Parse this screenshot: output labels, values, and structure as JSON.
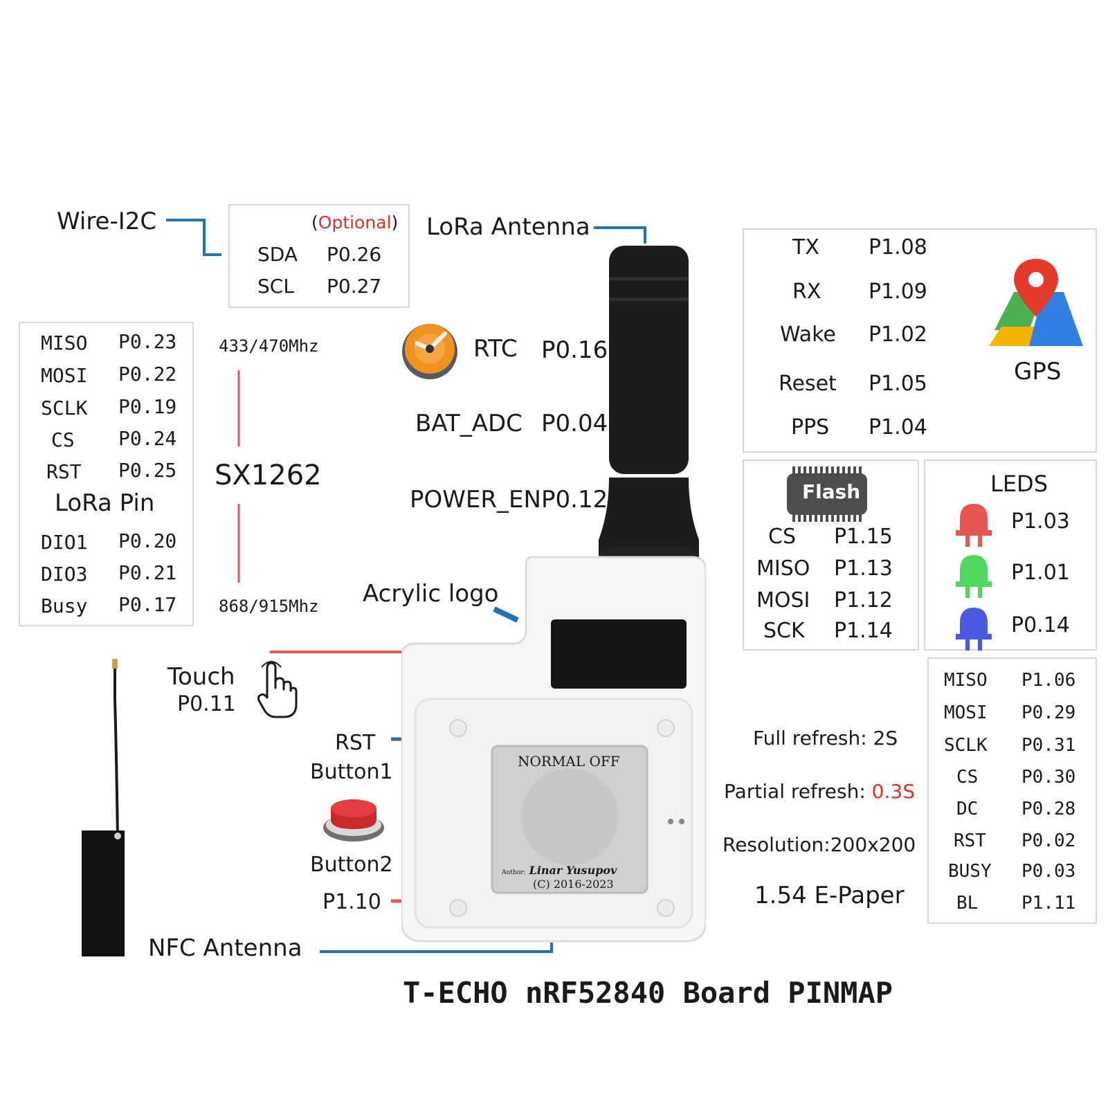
{
  "colors": {
    "leader_blue": "#1f72b8",
    "leader_red": "#e05a5a",
    "accent_red": "#e0302a"
  },
  "wire_i2c": {
    "label": "Wire-I2C",
    "optional_open": "(",
    "optional_word": "Optional",
    "optional_close": ")",
    "pins": [
      {
        "name": "SDA",
        "pin": "P0.26"
      },
      {
        "name": "SCL",
        "pin": "P0.27"
      }
    ]
  },
  "lora_antenna": {
    "label": "LoRa Antenna"
  },
  "lora": {
    "freq_low": "433/470Mhz",
    "chip": "SX1262",
    "freq_high": "868/915Mhz",
    "title": "LoRa Pin",
    "pins_top": [
      {
        "name": "MISO",
        "pin": "P0.23"
      },
      {
        "name": "MOSI",
        "pin": "P0.22"
      },
      {
        "name": "SCLK",
        "pin": "P0.19"
      },
      {
        "name": "CS",
        "pin": "P0.24"
      },
      {
        "name": "RST",
        "pin": "P0.25"
      }
    ],
    "pins_bottom": [
      {
        "name": "DIO1",
        "pin": "P0.20"
      },
      {
        "name": "DIO3",
        "pin": "P0.21"
      },
      {
        "name": "Busy",
        "pin": "P0.17"
      }
    ]
  },
  "center": {
    "rtc_label": "RTC",
    "rtc_pin": "P0.16",
    "bat_label": "BAT_ADC",
    "bat_pin": "P0.04",
    "power_label": "POWER_EN",
    "power_pin": "P0.12",
    "acrylic": "Acrylic logo"
  },
  "gps": {
    "label": "GPS",
    "pins": [
      {
        "name": "TX",
        "pin": "P1.08"
      },
      {
        "name": "RX",
        "pin": "P1.09"
      },
      {
        "name": "Wake",
        "pin": "P1.02"
      },
      {
        "name": "Reset",
        "pin": "P1.05"
      },
      {
        "name": "PPS",
        "pin": "P1.04"
      }
    ]
  },
  "flash": {
    "chip_label": "Flash",
    "pins": [
      {
        "name": "CS",
        "pin": "P1.15"
      },
      {
        "name": "MISO",
        "pin": "P1.13"
      },
      {
        "name": "MOSI",
        "pin": "P1.12"
      },
      {
        "name": "SCK",
        "pin": "P1.14"
      }
    ]
  },
  "leds": {
    "title": "LEDS",
    "items": [
      {
        "color": "#e8574f",
        "pin": "P1.03"
      },
      {
        "color": "#4fd860",
        "pin": "P1.01"
      },
      {
        "color": "#4a5ae0",
        "pin": "P0.14"
      }
    ]
  },
  "epaper": {
    "full_refresh": "Full refresh: 2S",
    "partial_prefix": "Partial refresh: ",
    "partial_value": "0.3S",
    "resolution": "Resolution:200x200",
    "name": "1.54 E-Paper",
    "pins": [
      {
        "name": "MISO",
        "pin": "P1.06"
      },
      {
        "name": "MOSI",
        "pin": "P0.29"
      },
      {
        "name": "SCLK",
        "pin": "P0.31"
      },
      {
        "name": "CS",
        "pin": "P0.30"
      },
      {
        "name": "DC",
        "pin": "P0.28"
      },
      {
        "name": "RST",
        "pin": "P0.02"
      },
      {
        "name": "BUSY",
        "pin": "P0.03"
      },
      {
        "name": "BL",
        "pin": "P1.11"
      }
    ]
  },
  "screen": {
    "line1": "NORMAL OFF",
    "author_prefix": "Author:",
    "author": "Linar Yusupov",
    "copyright": "(C) 2016-2023"
  },
  "touch": {
    "label": "Touch",
    "pin": "P0.11"
  },
  "buttons": {
    "rst": "RST",
    "button1": "Button1",
    "button2": "Button2",
    "button2_pin": "P1.10"
  },
  "nfc": {
    "label": "NFC Antenna"
  },
  "title": "T-ECHO nRF52840 Board PINMAP"
}
